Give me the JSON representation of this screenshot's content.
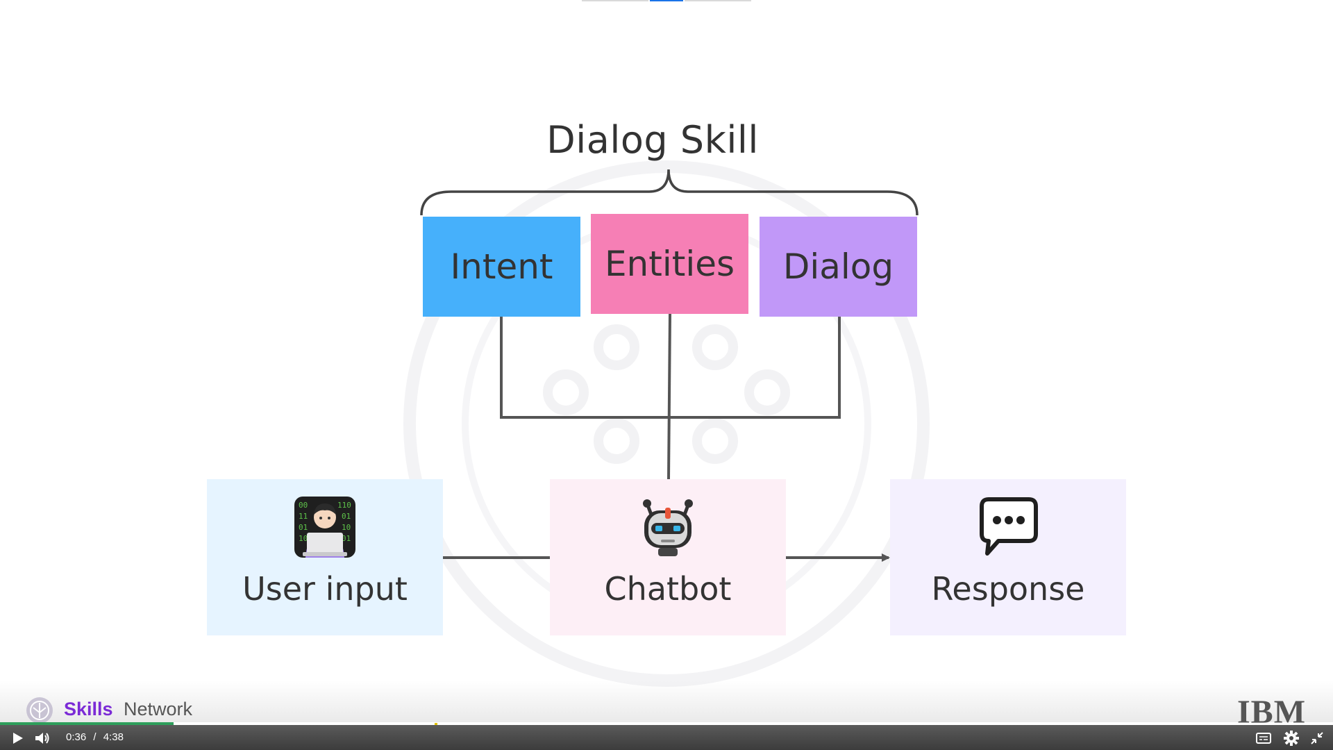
{
  "diagram": {
    "title": "Dialog Skill",
    "components": [
      {
        "label": "Intent",
        "color": "#46b0fb"
      },
      {
        "label": "Entities",
        "color": "#f67fb5"
      },
      {
        "label": "Dialog",
        "color": "#c198f8"
      }
    ],
    "flow": [
      {
        "label": "User input",
        "icon": "technologist-icon",
        "color": "#e6f4ff"
      },
      {
        "label": "Chatbot",
        "icon": "robot-icon",
        "color": "#fdeff6"
      },
      {
        "label": "Response",
        "icon": "speech-bubble-icon",
        "color": "#f4f0fe"
      }
    ]
  },
  "branding": {
    "skills": "Skills",
    "network": "Network",
    "ibm": "IBM"
  },
  "player": {
    "current_time": "0:36",
    "separator": "/",
    "duration": "4:38",
    "progress_fraction": 0.13,
    "progress_color": "#2e9e5b"
  }
}
